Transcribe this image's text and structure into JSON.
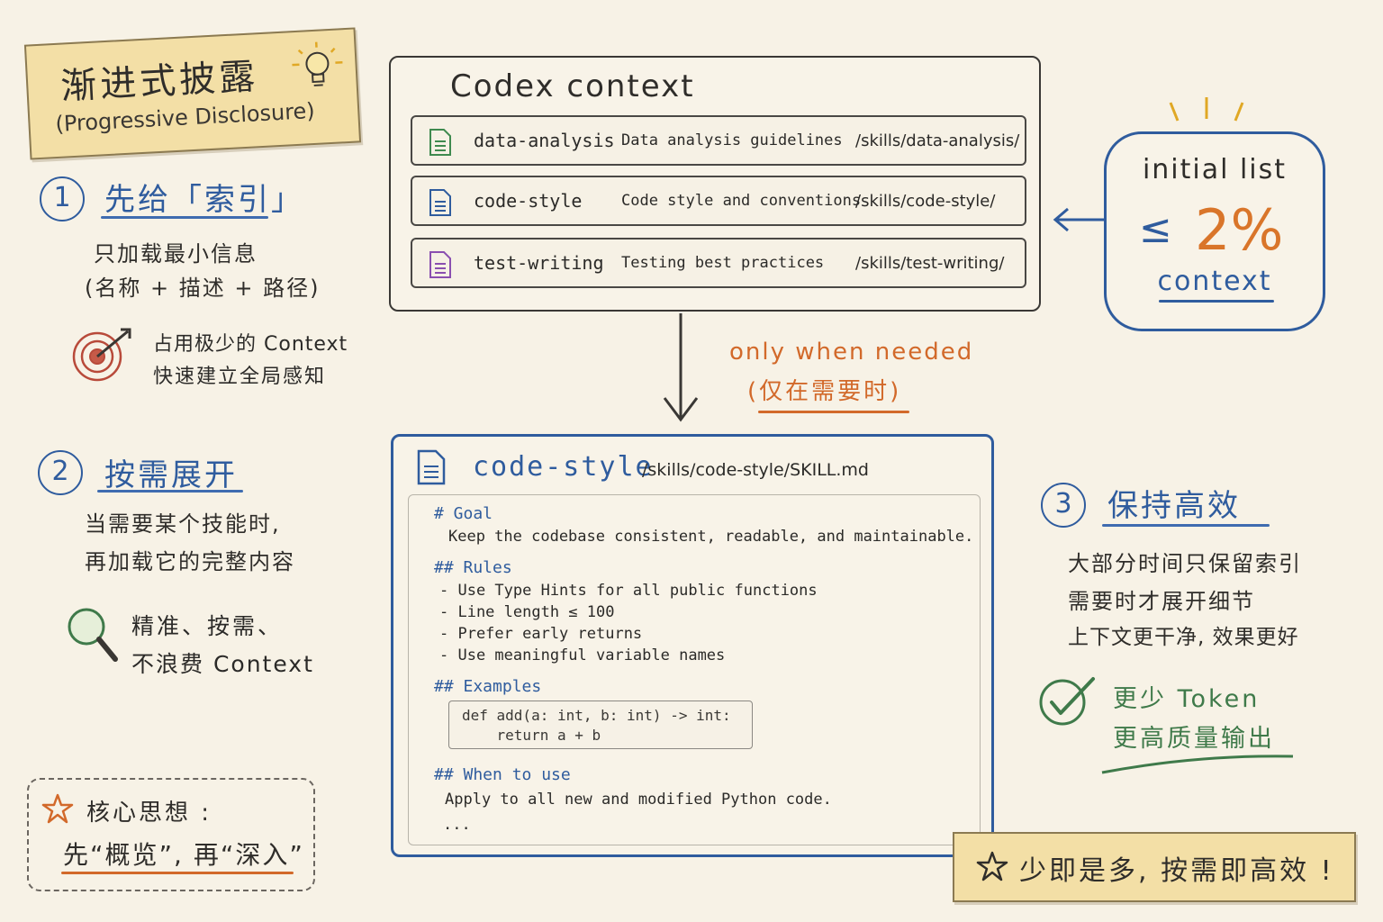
{
  "title": {
    "cn": "渐进式披露",
    "en": "(Progressive Disclosure)"
  },
  "section1": {
    "number": "1",
    "title": "先给「索引」",
    "line1": "只加载最小信息",
    "line2": "(名称 + 描述 + 路径)",
    "benefit1": "占用极少的 Context",
    "benefit2": "快速建立全局感知"
  },
  "section2": {
    "number": "2",
    "title": "按需展开",
    "line1": "当需要某个技能时,",
    "line2": "再加载它的完整内容",
    "benefit1": "精准、按需、",
    "benefit2": "不浪费 Context"
  },
  "section3": {
    "number": "3",
    "title": "保持高效",
    "line1": "大部分时间只保留索引",
    "line2": "需要时才展开细节",
    "line3": "上下文更干净, 效果更好",
    "benefit1": "更少 Token",
    "benefit2": "更高质量输出"
  },
  "codex": {
    "title": "Codex  context",
    "skills": [
      {
        "name": "data-analysis",
        "desc": "Data  analysis  guidelines",
        "path": "/skills/data-analysis/"
      },
      {
        "name": "code-style",
        "desc": "Code  style  and  conventions",
        "path": "/skills/code-style/"
      },
      {
        "name": "test-writing",
        "desc": "Testing  best  practices",
        "path": "/skills/test-writing/"
      }
    ]
  },
  "initial": {
    "label": "initial  list",
    "le": "≤",
    "value": "2%",
    "context": "context"
  },
  "needed": {
    "en": "only  when  needed",
    "cn": "(仅在需要时)"
  },
  "detail": {
    "name": "code-style",
    "path": "/skills/code-style/SKILL.md",
    "goal_h": "# Goal",
    "goal_t": "Keep the codebase consistent, readable, and maintainable.",
    "rules_h": "## Rules",
    "rules": [
      "- Use Type Hints for all public functions",
      "- Line length ≤ 100",
      "- Prefer early returns",
      "- Use meaningful variable names"
    ],
    "examples_h": "## Examples",
    "code1": "def add(a: int, b: int) -> int:",
    "code2": "    return a + b",
    "when_h": "## When to use",
    "when_t": "Apply to all new and modified Python code.",
    "ellipsis": "..."
  },
  "core": {
    "title": "核心思想 :",
    "text": "先“概览”, 再“深入”"
  },
  "bottom": {
    "text": "少即是多, 按需即高效 !"
  },
  "colors": {
    "blue": "#2f5c9e",
    "orange": "#d2692a",
    "green": "#3f7a4a",
    "purple": "#8a4fb0",
    "note": "#f3dfa6"
  }
}
